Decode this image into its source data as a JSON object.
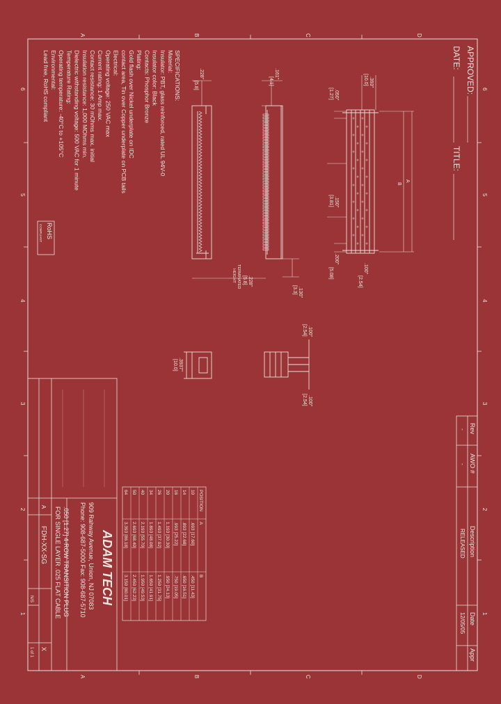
{
  "zone_letters": [
    "A",
    "B",
    "C",
    "D"
  ],
  "zone_numbers": [
    "6",
    "5",
    "4",
    "3",
    "2",
    "1"
  ],
  "approval": {
    "approved": "APPROVED:",
    "date": "DATE:",
    "title": "TITLE:"
  },
  "revision": {
    "headers": [
      "Rev",
      "AWO #",
      "Description",
      "Date",
      "Appr"
    ],
    "rows": [
      {
        "rev": "-",
        "awo": "-",
        "description": "RELEASED",
        "date": "12/05/05",
        "appr": ""
      }
    ]
  },
  "specs": {
    "heading": "SPECIFICATIONS:",
    "lines": [
      "Material:",
      "Insulator: PBT, glass reinforced, rated UL 94V-0",
      "Insulator color: Black",
      "Contacts: Phosphor Bronze",
      "Plating:",
      "Gold flash over Nickel underplate on IDC",
      "contact area, Tin over Copper underplate on PCB tails",
      "Electrical:",
      "Operating voltage: 250 VAC max",
      "Current rating: 1 Amp max.",
      "Contact resistance: 30 mOhms max. initial",
      "Insulation resistance: 1,000 MOhms min.",
      "Dielectric withstanding voltage: 500 VAC for 1 minute",
      "Temperature Rating:",
      "Operating temperature: -40°C to +105°C",
      "Environmental:",
      "Lead free, RoHS compliant"
    ],
    "rohs_badge": "RoHS",
    "rohs_sub": "COMPLIANT"
  },
  "dims": {
    "d393": ".393\"",
    "d393m": "[10.0]",
    "d050": ".050\"",
    "d050m": "[1.27]",
    "d150": ".150\"",
    "d150m": "[3.81]",
    "d200": ".200\"",
    "d200m": "[5.08]",
    "d100a": ".100\"",
    "d100am": "[2.54]",
    "dA": "A",
    "dB": "B",
    "d161": ".161\"",
    "d161m": "[4.1]",
    "d228": ".228\"",
    "d228m": "[5.8]",
    "d228b": ".228\"",
    "d228bm": "[5.8]",
    "terminated1": "TERMINATED",
    "terminated2": "HEIGHT",
    "d130": ".130\"",
    "d130m": "[3.3]",
    "d100b": ".100\"",
    "d100bm": "[2.54]",
    "d100c": ".100\"",
    "d100cm": "[2.54]",
    "d3937": ".3937\"",
    "d3937m": "[10.0]"
  },
  "position_table": {
    "headers": [
      "POSITION",
      "A",
      "B"
    ],
    "rows": [
      [
        "10",
        ".693 [17.60]",
        ".450 [11.43]"
      ],
      [
        "14",
        ".893 [22.68]",
        ".650 [16.51]"
      ],
      [
        "16",
        ".993 [25.22]",
        ".750 [19.05]"
      ],
      [
        "20",
        "1.193 [30.30]",
        ".950 [24.13]"
      ],
      [
        "26",
        "1.493 [37.92]",
        "1.250 [31.75]"
      ],
      [
        "34",
        "1.893 [48.08]",
        "1.650 [41.91]"
      ],
      [
        "40",
        "2.193 [55.70]",
        "1.950 [49.53]"
      ],
      [
        "50",
        "2.693 [68.40]",
        "2.450 [62.23]"
      ],
      [
        "64",
        "3.393 [86.18]",
        "3.150 [80.01]"
      ]
    ]
  },
  "title_block": {
    "company": "ADAM TECH",
    "address": "909 Rahway Avenue, Union, NJ 07083",
    "phone": "Phone: 908-687-5000  Fax: 908-687-5710",
    "desc1": ".050 [1.27] 4-ROW TRANSITION PLUG",
    "desc2": "FOR SINGLE LAYER .025 FLAT CABLE",
    "part": "FDH-XX-SG",
    "rev": "X",
    "scale": "N/S",
    "sheet": "1 of 1",
    "size": "A"
  },
  "colors": {
    "background": "#9a3436",
    "line": "#e9e2dc"
  }
}
